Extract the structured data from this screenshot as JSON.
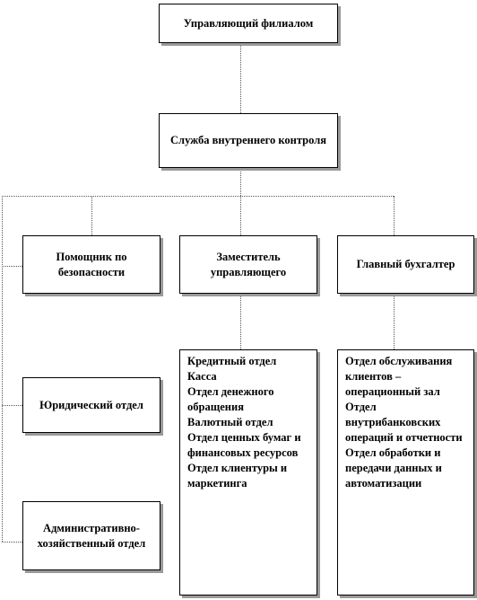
{
  "diagram": {
    "top": "Управляющий филиалом",
    "audit": "Служба внутреннего контроля",
    "security_assistant": "Помощник по безопасности",
    "deputy": "Заместитель управляющего",
    "chief_accountant": "Главный бухгалтер",
    "legal": "Юридический отдел",
    "admin": "Административно-хозяйственный отдел",
    "deputy_departments": [
      "Кредитный отдел",
      "Касса",
      "Отдел денежного обращения",
      "Валютный отдел",
      "Отдел ценных бумаг и финансовых ресурсов",
      "Отдел клиентуры и маркетинга"
    ],
    "accountant_departments": [
      "Отдел обслуживания клиентов – операционный зал",
      "Отдел внутрибанковских операций и отчетности",
      "Отдел обработки и передачи данных и автоматизации"
    ]
  }
}
